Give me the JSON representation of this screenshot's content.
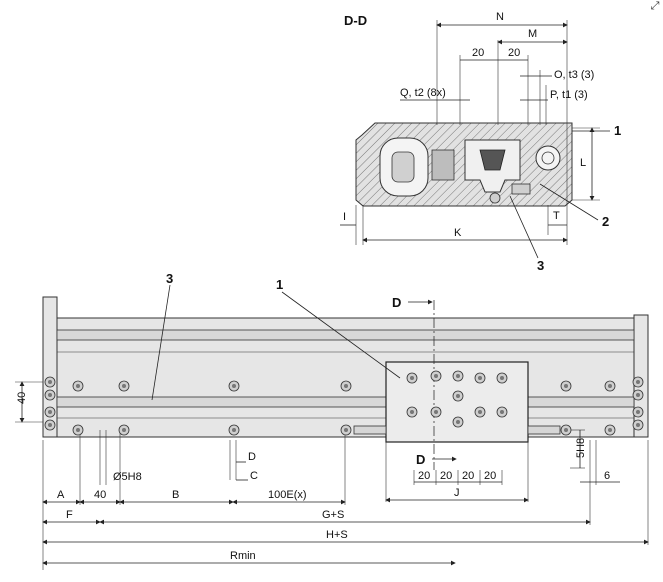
{
  "section_title": "D-D",
  "section_dims": {
    "N": "N",
    "M": "M",
    "w20a": "20",
    "w20b": "20",
    "O": "O, t3 (3)",
    "P": "P, t1 (3)",
    "Q": "Q, t2 (8x)",
    "L": "L",
    "I": "I",
    "T": "T",
    "K": "K"
  },
  "callouts": {
    "c1_section": "1",
    "c2_section": "2",
    "c3_section": "3",
    "c1_main": "1",
    "c3_main": "3"
  },
  "section_marks": {
    "top": "D",
    "bottom": "D"
  },
  "main_dims": {
    "h40": "40",
    "D": "D",
    "C": "C",
    "dia": "Ø5H8",
    "A": "A",
    "d40": "40",
    "B": "B",
    "E": "100E(x)",
    "F": "F",
    "GS": "G+S",
    "HS": "H+S",
    "Rmin": "Rmin",
    "J": "J",
    "r1": "20",
    "r2": "20",
    "r3": "20",
    "r4": "20",
    "h5H8": "5H8",
    "d6": "6"
  },
  "icons": {
    "expand": "expand-icon"
  }
}
